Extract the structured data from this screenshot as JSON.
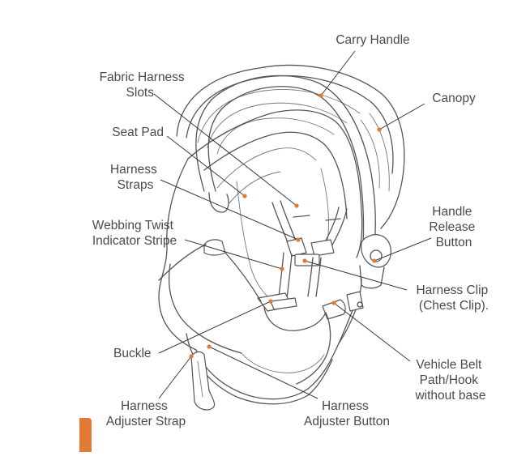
{
  "diagram": {
    "subject": "infant car seat",
    "labels": {
      "carry_handle": "Carry Handle",
      "fabric_harness_slots": [
        "Fabric Harness",
        "Slots"
      ],
      "canopy": "Canopy",
      "seat_pad": "Seat Pad",
      "harness_straps": [
        "Harness",
        "Straps"
      ],
      "webbing_twist": [
        "Webbing Twist",
        "Indicator Stripe"
      ],
      "handle_release": [
        "Handle",
        "Release",
        "Button"
      ],
      "harness_clip": [
        "Harness Clip",
        "(Chest Clip)."
      ],
      "buckle": "Buckle",
      "vehicle_belt": [
        "Vehicle Belt",
        "Path/Hook",
        "without base"
      ],
      "harness_adjuster_strap": [
        "Harness",
        "Adjuster Strap"
      ],
      "harness_adjuster_button": [
        "Harness",
        "Adjuster Button"
      ]
    },
    "colors": {
      "accent": "#e07a35",
      "line": "#3a3a3a",
      "text": "#4a4a4a"
    }
  }
}
